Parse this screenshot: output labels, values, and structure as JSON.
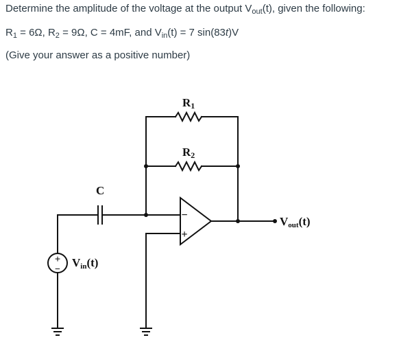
{
  "question": {
    "line1_prefix": "Determine the amplitude of the voltage at the output V",
    "line1_sub": "out",
    "line1_suffix": "(t), given the following:",
    "line2_r1": "R",
    "line2_r1_sub": "1",
    "line2_r1_val": " = 6Ω, R",
    "line2_r2_sub": "2",
    "line2_r2_val": " = 9Ω, C = 4mF, and V",
    "line2_vin_sub": "in",
    "line2_vin_val": "(t) = 7 sin(83",
    "line2_t": "t",
    "line2_end": ")V",
    "line3": "(Give your answer as a positive number)"
  },
  "circuit": {
    "r1_label": "R",
    "r1_sub": "1",
    "r2_label": "R",
    "r2_sub": "2",
    "c_label": "C",
    "vin_label": "V",
    "vin_sub": "in",
    "vin_suffix": "(t)",
    "vout_label": "V",
    "vout_sub": "out",
    "vout_suffix": "(t)",
    "source_plus": "+",
    "source_minus": "−",
    "opamp_minus": "−",
    "opamp_plus": "+"
  }
}
